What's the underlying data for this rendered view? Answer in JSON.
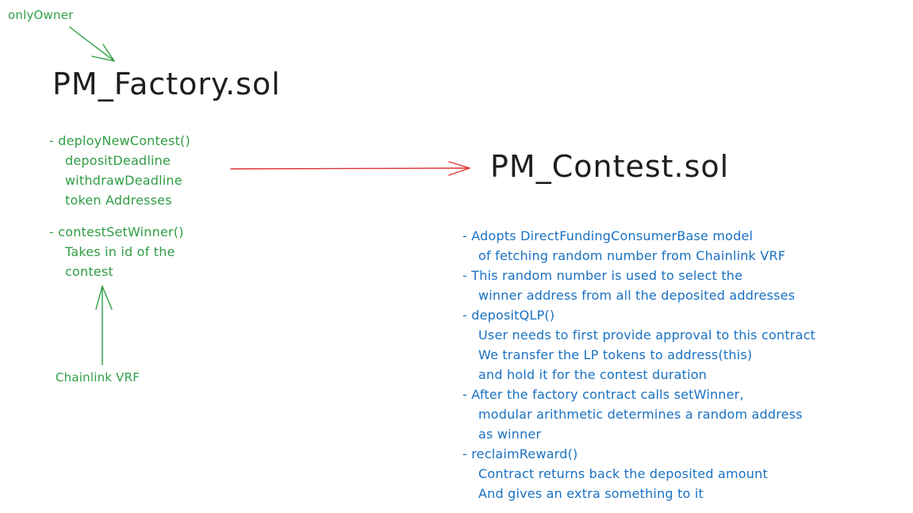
{
  "labels": {
    "only_owner": "onlyOwner",
    "chainlink_vrf": "Chainlink VRF"
  },
  "factory": {
    "title": "PM_Factory.sol",
    "notes": [
      {
        "text": "- deployNewContest()",
        "indent": false
      },
      {
        "text": "depositDeadline",
        "indent": true
      },
      {
        "text": "withdrawDeadline",
        "indent": true
      },
      {
        "text": "token Addresses",
        "indent": true
      }
    ],
    "notes2": [
      {
        "text": "- contestSetWinner()",
        "indent": false
      },
      {
        "text": "Takes in id of the",
        "indent": true
      },
      {
        "text": "contest",
        "indent": true
      }
    ]
  },
  "contest": {
    "title": "PM_Contest.sol",
    "notes": [
      {
        "text": "- Adopts DirectFundingConsumerBase model",
        "indent": false
      },
      {
        "text": "of fetching random number from Chainlink VRF",
        "indent": true
      },
      {
        "text": "- This random number is used to select the",
        "indent": false
      },
      {
        "text": "winner address from all the deposited addresses",
        "indent": true
      },
      {
        "text": "- depositQLP()",
        "indent": false
      },
      {
        "text": "User needs to first provide approval to this contract",
        "indent": true
      },
      {
        "text": "We transfer the LP tokens to address(this)",
        "indent": true
      },
      {
        "text": "and hold it for the contest duration",
        "indent": true
      },
      {
        "text": "- After the factory contract calls setWinner,",
        "indent": false
      },
      {
        "text": "modular arithmetic determines a random address",
        "indent": true
      },
      {
        "text": "as winner",
        "indent": true
      },
      {
        "text": "- reclaimReward()",
        "indent": false
      },
      {
        "text": "Contract returns back the deposited amount",
        "indent": true
      },
      {
        "text": "And gives an extra something to it",
        "indent": true
      }
    ]
  },
  "colors": {
    "green": "#2f9e44",
    "blue": "#1971c2",
    "red": "#e03131",
    "ink": "#1e1e1e"
  }
}
